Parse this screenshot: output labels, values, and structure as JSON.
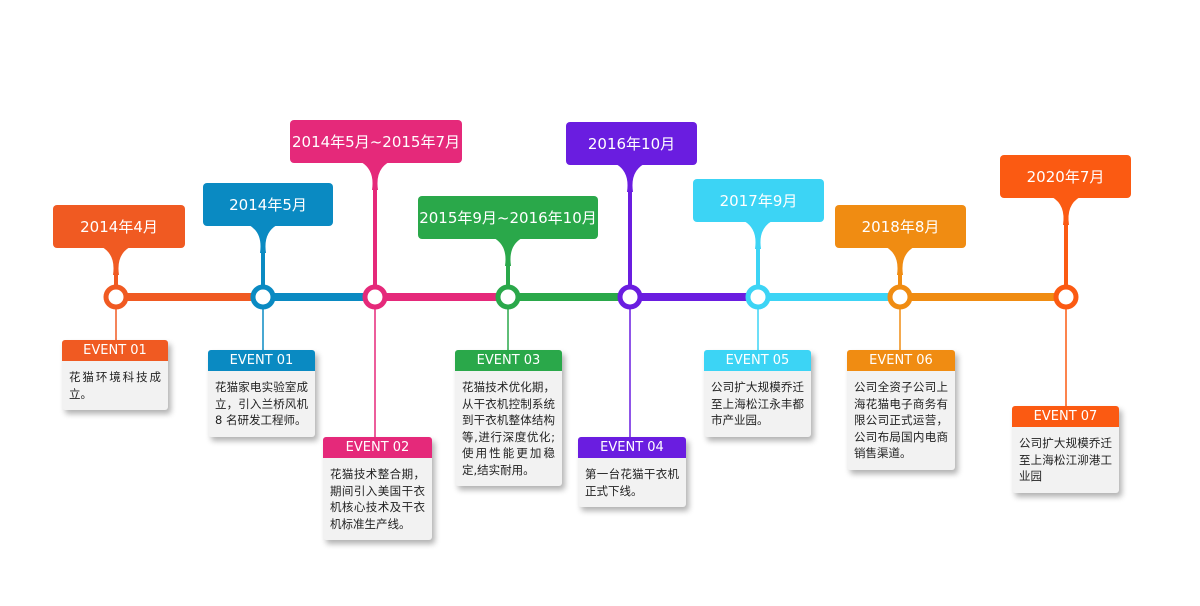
{
  "events": [
    {
      "date": "2014年4月",
      "label": "EVENT 01",
      "text": "花猫环境科技成立。",
      "color": "#f05a22"
    },
    {
      "date": "2014年5月",
      "label": "EVENT 01",
      "text": "花猫家电实验室成立，引入兰桥风机 8 名研发工程师。",
      "color": "#0a8ac2"
    },
    {
      "date": "2014年5月~2015年7月",
      "label": "EVENT 02",
      "text": "花猫技术整合期，期间引入美国干衣机核心技术及干衣机标准生产线。",
      "color": "#e5297a"
    },
    {
      "date": "2015年9月~2016年10月",
      "label": "EVENT 03",
      "text": "花猫技术优化期，从干衣机控制系统到干衣机整体结构等,进行深度优化;使用性能更加稳定,结实耐用。",
      "color": "#2aa84a"
    },
    {
      "date": "2016年10月",
      "label": "EVENT 04",
      "text": "第一台花猫干衣机正式下线。",
      "color": "#6a1de0"
    },
    {
      "date": "2017年9月",
      "label": "EVENT 05",
      "text": "公司扩大规模乔迁至上海松江永丰都市产业园。",
      "color": "#3cd4f5"
    },
    {
      "date": "2018年8月",
      "label": "EVENT 06",
      "text": "公司全资子公司上海花猫电子商务有限公司正式运营，公司布局国内电商销售渠道。",
      "color": "#f08c12"
    },
    {
      "date": "2020年7月",
      "label": "EVENT 07",
      "text": "公司扩大规模乔迁至上海松江泖港工业园",
      "color": "#fb5a12"
    }
  ]
}
